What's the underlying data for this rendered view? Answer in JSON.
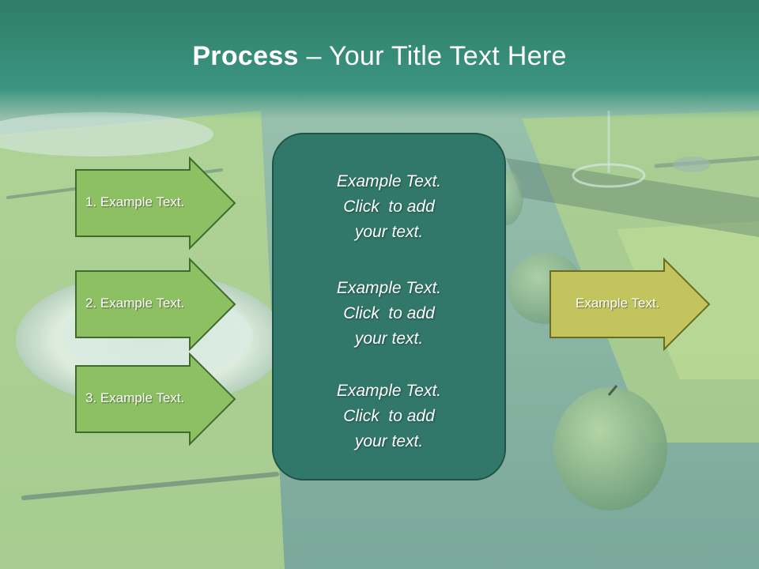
{
  "title": {
    "bold": "Process",
    "rest": " – Your Title Text Here"
  },
  "left_arrows": [
    {
      "label": "1. Example Text."
    },
    {
      "label": "2. Example Text."
    },
    {
      "label": "3. Example Text."
    }
  ],
  "center": {
    "blocks": [
      {
        "line1": "Example Text.",
        "line2": "Click  to add",
        "line3": "your text."
      },
      {
        "line1": "Example Text.",
        "line2": "Click  to add",
        "line3": "your text."
      },
      {
        "line1": "Example Text.",
        "line2": "Click  to add",
        "line3": "your text."
      }
    ]
  },
  "right_arrow": {
    "label": "Example Text."
  },
  "colors": {
    "title_bar": "#2e8a74",
    "left_arrow_fill": "#8cc063",
    "right_arrow_fill": "#c3c45e",
    "center_box_fill": "#31786a"
  }
}
